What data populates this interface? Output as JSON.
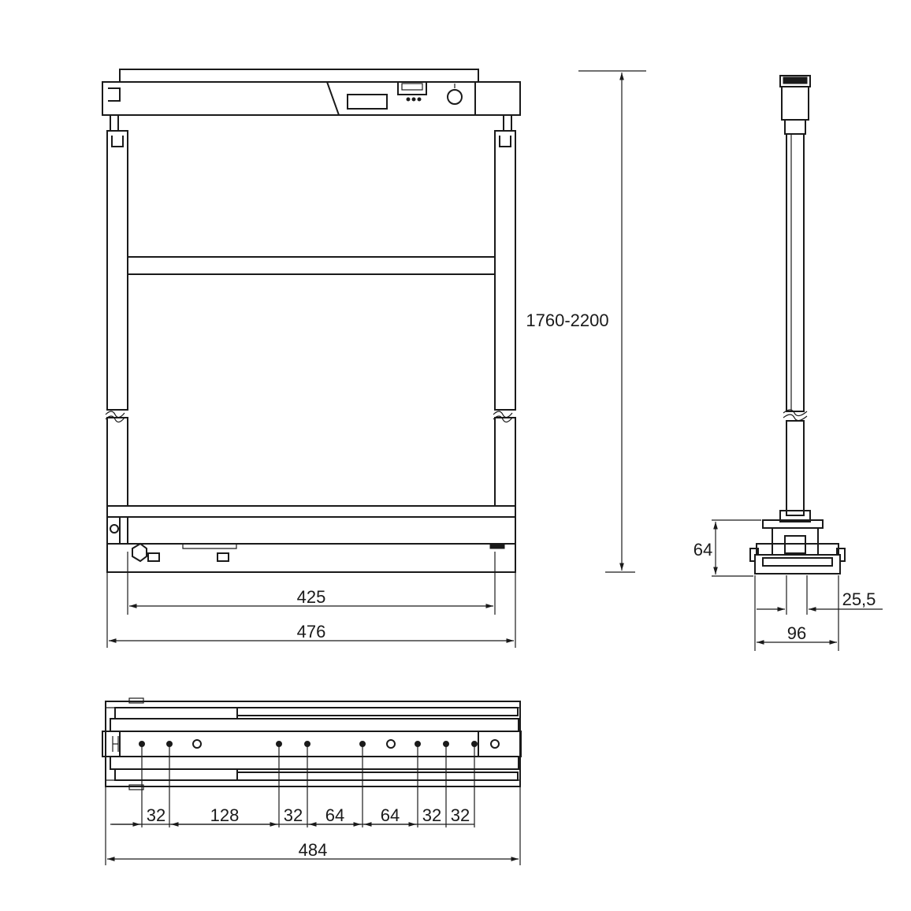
{
  "drawing": {
    "front_view": {
      "width_inner": "425",
      "width_outer": "476"
    },
    "height_range": "1760-2200",
    "side_view": {
      "base_height": "64",
      "offset": "25,5",
      "base_width": "96"
    },
    "bottom_view": {
      "hole_spacings": [
        "32",
        "128",
        "32",
        "64",
        "64",
        "32",
        "32"
      ],
      "total_length": "484"
    }
  }
}
